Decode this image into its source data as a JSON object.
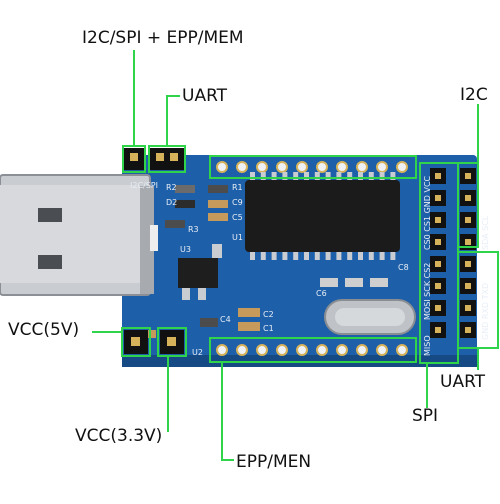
{
  "callouts": {
    "i2c_spi_epp": "I2C/SPI + EPP/MEM",
    "uart_top": "UART",
    "i2c_right": "I2C",
    "vcc5": "VCC(5V)",
    "vcc33": "VCC(3.3V)",
    "uart_right": "UART",
    "spi": "SPI",
    "epp": "EPP/MEN"
  },
  "board": {
    "jumper_label": "I2C/SPI",
    "silk_r2": "R2",
    "silk_r1": "R1",
    "silk_r3": "R3",
    "silk_d2": "D2",
    "silk_c9": "C9",
    "silk_c5": "C5",
    "silk_u1": "U1",
    "silk_u3": "U3",
    "silk_c8": "C8",
    "silk_c6": "C6",
    "silk_c2": "C2",
    "silk_c1": "C1",
    "silk_c4": "C4",
    "silk_u2": "U2",
    "right_top_pins": "CS0 CS1 GND VCC",
    "right_i2c_pins": "SDA SCL",
    "right_mid_pins": "MOSI SCK CS2",
    "right_uart_pins": "GND RXD TXD",
    "miso": "MISO"
  },
  "colors": {
    "pcb": "#1d5fa8",
    "callout_box": "#2fd44a",
    "chip": "#1b1b1b",
    "usb_metal": "#c9ccd0",
    "pin_gold": "#d6b25a"
  }
}
